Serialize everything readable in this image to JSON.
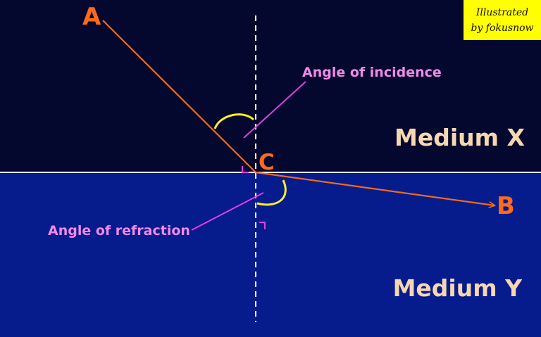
{
  "labels": {
    "point_a": "A",
    "point_b": "B",
    "point_c": "C",
    "angle_incidence": "Angle of incidence",
    "angle_refraction": "Angle of refraction",
    "medium_x": "Medium X",
    "medium_y": "Medium Y"
  },
  "credit": {
    "line1": "Illustrated",
    "line2": "by fokusnow"
  },
  "colors": {
    "medium_x_bg": "#05082e",
    "medium_y_bg": "#061b8c",
    "ray": "#f06a1e",
    "angle_arc": "#ffee22",
    "pointer": "#e040e0",
    "pointer_text": "#f08ae8",
    "point_label": "#ff6a1a",
    "medium_text": "#f6d7b0",
    "credit_bg": "#ffff00",
    "credit_text": "#111111",
    "normal_line": "#ffffff",
    "boundary": "#ffffff"
  }
}
